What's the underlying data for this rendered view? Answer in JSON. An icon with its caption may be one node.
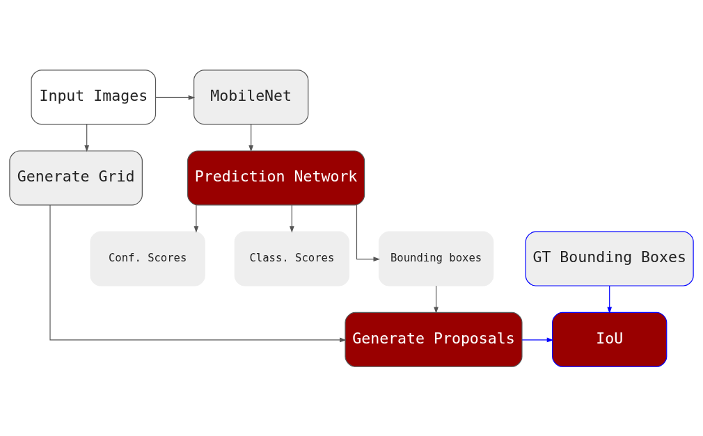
{
  "diagram": {
    "nodes": [
      {
        "text": [
          "Input Images"
        ]
      },
      {
        "text": [
          "MobileNet"
        ]
      },
      {
        "text": [
          "Generate Grid"
        ]
      },
      {
        "text": [
          "Prediction Network"
        ]
      },
      {
        "text": [
          "Conf. Scores"
        ]
      },
      {
        "text": [
          "Class. Scores"
        ]
      },
      {
        "text": [
          "Bounding boxes"
        ]
      },
      {
        "text": [
          "Generate Proposals"
        ]
      },
      {
        "text": [
          "GT Bounding Boxes"
        ]
      },
      {
        "text": [
          "IoU"
        ]
      }
    ],
    "edges": [
      {
        "from": 0,
        "to": 1,
        "arrow": "to"
      },
      {
        "from": 0,
        "to": 2,
        "arrow": "to"
      },
      {
        "from": 1,
        "to": 3,
        "arrow": "to"
      },
      {
        "from": 3,
        "to": 4,
        "arrow": "to"
      },
      {
        "from": 3,
        "to": 5,
        "arrow": "to"
      },
      {
        "from": 3,
        "to": 6,
        "arrow": "to"
      },
      {
        "from": 6,
        "to": 7,
        "arrow": "to"
      },
      {
        "from": 2,
        "to": 7,
        "arrow": "to"
      },
      {
        "from": 7,
        "to": 9,
        "arrow": "to",
        "color": "#0000ff"
      },
      {
        "from": 8,
        "to": 9,
        "arrow": "to",
        "color": "#0000ff"
      }
    ]
  }
}
